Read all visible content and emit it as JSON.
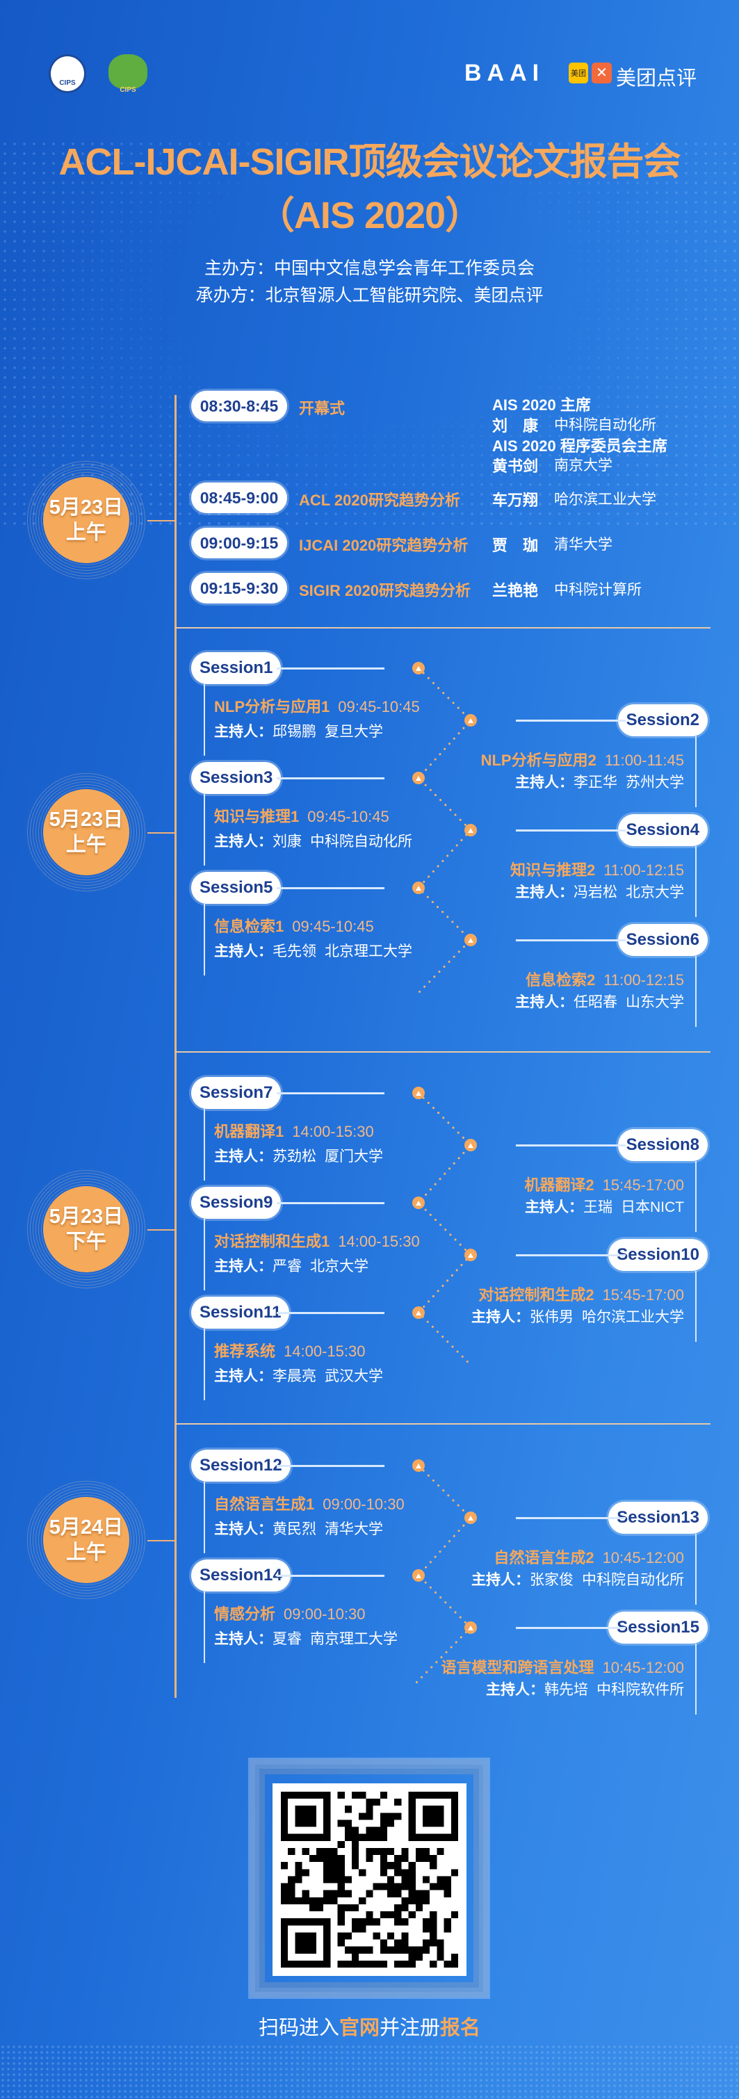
{
  "header": {
    "logos": [
      {
        "name": "cips-logo",
        "text": "CIPS"
      },
      {
        "name": "cips-youth-logo",
        "text": "CIPS"
      },
      {
        "name": "baai-logo",
        "text": "BAAI"
      },
      {
        "name": "meituan-logo",
        "text": "美团"
      },
      {
        "name": "meituan-dianping-logo",
        "text": "美团点评"
      }
    ],
    "title_line1": "ACL-IJCAI-SIGIR顶级会议论文报告会",
    "title_line2": "（AIS 2020）",
    "organizers": [
      {
        "label": "主办方：",
        "value": "中国中文信息学会青年工作委员会"
      },
      {
        "label": "承办方：",
        "value": "北京智源人工智能研究院、美团点评"
      }
    ]
  },
  "colors": {
    "accent": "#f6a85c",
    "navy": "#1d3f8f",
    "background": "#1f6dd8"
  },
  "opening_section": {
    "date": "5月23日",
    "period": "上午",
    "rows": [
      {
        "time": "08:30-8:45",
        "title": "开幕式",
        "lines": [
          {
            "role": "AIS 2020 主席"
          },
          {
            "name": "刘　康",
            "org": "中科院自动化所"
          },
          {
            "role": "AIS 2020 程序委员会主席"
          },
          {
            "name": "黄书剑",
            "org": "南京大学"
          }
        ]
      },
      {
        "time": "08:45-9:00",
        "title": "ACL 2020研究趋势分析",
        "lines": [
          {
            "name": "车万翔",
            "org": "哈尔滨工业大学"
          }
        ]
      },
      {
        "time": "09:00-9:15",
        "title": "IJCAI 2020研究趋势分析",
        "lines": [
          {
            "name": "贾　珈",
            "org": "清华大学"
          }
        ]
      },
      {
        "time": "09:15-9:30",
        "title": "SIGIR 2020研究趋势分析",
        "lines": [
          {
            "name": "兰艳艳",
            "org": "中科院计算所"
          }
        ]
      }
    ]
  },
  "host_label": "主持人：",
  "session_sections": [
    {
      "date": "5月23日",
      "period": "上午",
      "sessions": [
        {
          "label": "Session1",
          "title": "NLP分析与应用1",
          "time": "09:45-10:45",
          "host": "邱锡鹏",
          "org": "复旦大学"
        },
        {
          "label": "Session2",
          "title": "NLP分析与应用2",
          "time": "11:00-11:45",
          "host": "李正华",
          "org": "苏州大学"
        },
        {
          "label": "Session3",
          "title": "知识与推理1",
          "time": "09:45-10:45",
          "host": "刘康",
          "org": "中科院自动化所"
        },
        {
          "label": "Session4",
          "title": "知识与推理2",
          "time": "11:00-12:15",
          "host": "冯岩松",
          "org": "北京大学"
        },
        {
          "label": "Session5",
          "title": "信息检索1",
          "time": "09:45-10:45",
          "host": "毛先领",
          "org": "北京理工大学"
        },
        {
          "label": "Session6",
          "title": "信息检索2",
          "time": "11:00-12:15",
          "host": "任昭春",
          "org": "山东大学"
        }
      ]
    },
    {
      "date": "5月23日",
      "period": "下午",
      "sessions": [
        {
          "label": "Session7",
          "title": "机器翻译1",
          "time": "14:00-15:30",
          "host": "苏劲松",
          "org": "厦门大学"
        },
        {
          "label": "Session8",
          "title": "机器翻译2",
          "time": "15:45-17:00",
          "host": "王瑞",
          "org": "日本NICT"
        },
        {
          "label": "Session9",
          "title": "对话控制和生成1",
          "time": "14:00-15:30",
          "host": "严睿",
          "org": "北京大学"
        },
        {
          "label": "Session10",
          "title": "对话控制和生成2",
          "time": "15:45-17:00",
          "host": "张伟男",
          "org": "哈尔滨工业大学"
        },
        {
          "label": "Session11",
          "title": "推荐系统",
          "time": "14:00-15:30",
          "host": "李晨亮",
          "org": "武汉大学"
        }
      ]
    },
    {
      "date": "5月24日",
      "period": "上午",
      "sessions": [
        {
          "label": "Session12",
          "title": "自然语言生成1",
          "time": "09:00-10:30",
          "host": "黄民烈",
          "org": "清华大学"
        },
        {
          "label": "Session13",
          "title": "自然语言生成2",
          "time": "10:45-12:00",
          "host": "张家俊",
          "org": "中科院自动化所"
        },
        {
          "label": "Session14",
          "title": "情感分析",
          "time": "09:00-10:30",
          "host": "夏睿",
          "org": "南京理工大学"
        },
        {
          "label": "Session15",
          "title": "语言模型和跨语言处理",
          "time": "10:45-12:00",
          "host": "韩先培",
          "org": "中科院软件所"
        }
      ]
    }
  ],
  "footer": {
    "qr_label": "registration-qr-code",
    "caption_parts": [
      {
        "text": "扫码进入",
        "highlight": false
      },
      {
        "text": "官网",
        "highlight": true
      },
      {
        "text": "并注册",
        "highlight": false
      },
      {
        "text": "报名",
        "highlight": true
      }
    ]
  }
}
